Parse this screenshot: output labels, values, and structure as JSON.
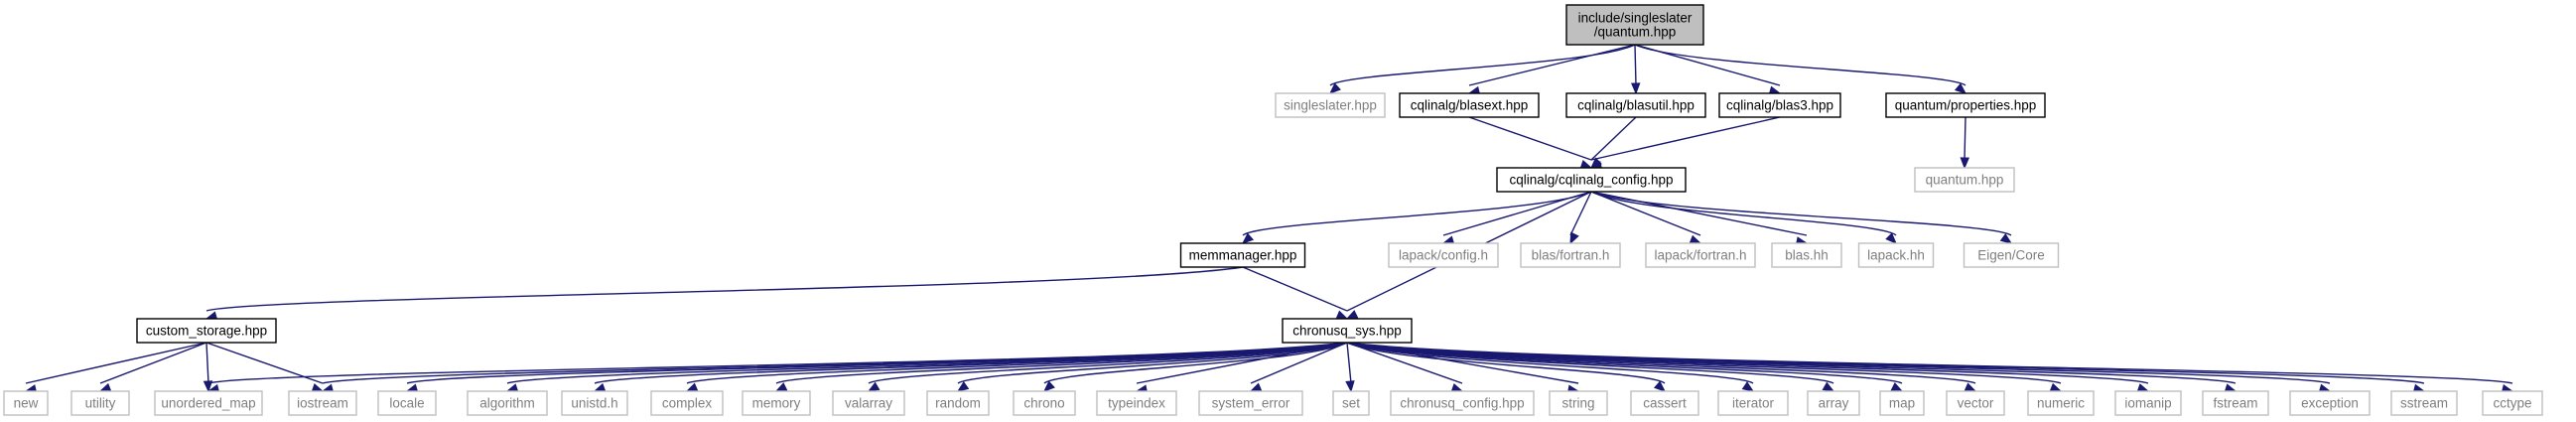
{
  "colors": {
    "edge": "#191970",
    "root_fill": "#bfbfbf",
    "root_border": "#000000",
    "documented_border": "#000000",
    "external_border": "#bfbfbf",
    "external_text": "#7f7f7f",
    "text": "#000000"
  },
  "graph": {
    "root": "n_root",
    "nodes": [
      {
        "id": "n_root",
        "label": [
          "include/singleslater",
          "/quantum.hpp"
        ],
        "kind": "root"
      },
      {
        "id": "n_ss",
        "label": [
          "singleslater.hpp"
        ],
        "kind": "external"
      },
      {
        "id": "n_blasext",
        "label": [
          "cqlinalg/blasext.hpp"
        ],
        "kind": "documented"
      },
      {
        "id": "n_blasutil",
        "label": [
          "cqlinalg/blasutil.hpp"
        ],
        "kind": "documented"
      },
      {
        "id": "n_blas3",
        "label": [
          "cqlinalg/blas3.hpp"
        ],
        "kind": "documented"
      },
      {
        "id": "n_qprop",
        "label": [
          "quantum/properties.hpp"
        ],
        "kind": "documented"
      },
      {
        "id": "n_cqcfg",
        "label": [
          "cqlinalg/cqlinalg_config.hpp"
        ],
        "kind": "documented"
      },
      {
        "id": "n_quantum",
        "label": [
          "quantum.hpp"
        ],
        "kind": "external"
      },
      {
        "id": "n_memmgr",
        "label": [
          "memmanager.hpp"
        ],
        "kind": "documented"
      },
      {
        "id": "n_lapcfg",
        "label": [
          "lapack/config.h"
        ],
        "kind": "external"
      },
      {
        "id": "n_blasf",
        "label": [
          "blas/fortran.h"
        ],
        "kind": "external"
      },
      {
        "id": "n_lapf",
        "label": [
          "lapack/fortran.h"
        ],
        "kind": "external"
      },
      {
        "id": "n_blashh",
        "label": [
          "blas.hh"
        ],
        "kind": "external"
      },
      {
        "id": "n_laphh",
        "label": [
          "lapack.hh"
        ],
        "kind": "external"
      },
      {
        "id": "n_eigen",
        "label": [
          "Eigen/Core"
        ],
        "kind": "external"
      },
      {
        "id": "n_custom",
        "label": [
          "custom_storage.hpp"
        ],
        "kind": "documented"
      },
      {
        "id": "n_sys",
        "label": [
          "chronusq_sys.hpp"
        ],
        "kind": "documented"
      },
      {
        "id": "n_new",
        "label": [
          "new"
        ],
        "kind": "external"
      },
      {
        "id": "n_utility",
        "label": [
          "utility"
        ],
        "kind": "external"
      },
      {
        "id": "n_umap",
        "label": [
          "unordered_map"
        ],
        "kind": "external"
      },
      {
        "id": "n_iostream",
        "label": [
          "iostream"
        ],
        "kind": "external"
      },
      {
        "id": "n_locale",
        "label": [
          "locale"
        ],
        "kind": "external"
      },
      {
        "id": "n_algorithm",
        "label": [
          "algorithm"
        ],
        "kind": "external"
      },
      {
        "id": "n_unistd",
        "label": [
          "unistd.h"
        ],
        "kind": "external"
      },
      {
        "id": "n_complex",
        "label": [
          "complex"
        ],
        "kind": "external"
      },
      {
        "id": "n_memory",
        "label": [
          "memory"
        ],
        "kind": "external"
      },
      {
        "id": "n_valarray",
        "label": [
          "valarray"
        ],
        "kind": "external"
      },
      {
        "id": "n_random",
        "label": [
          "random"
        ],
        "kind": "external"
      },
      {
        "id": "n_chrono",
        "label": [
          "chrono"
        ],
        "kind": "external"
      },
      {
        "id": "n_typeindex",
        "label": [
          "typeindex"
        ],
        "kind": "external"
      },
      {
        "id": "n_syserr",
        "label": [
          "system_error"
        ],
        "kind": "external"
      },
      {
        "id": "n_set",
        "label": [
          "set"
        ],
        "kind": "external"
      },
      {
        "id": "n_cqconfig",
        "label": [
          "chronusq_config.hpp"
        ],
        "kind": "external"
      },
      {
        "id": "n_string",
        "label": [
          "string"
        ],
        "kind": "external"
      },
      {
        "id": "n_cassert",
        "label": [
          "cassert"
        ],
        "kind": "external"
      },
      {
        "id": "n_iterator",
        "label": [
          "iterator"
        ],
        "kind": "external"
      },
      {
        "id": "n_array",
        "label": [
          "array"
        ],
        "kind": "external"
      },
      {
        "id": "n_map",
        "label": [
          "map"
        ],
        "kind": "external"
      },
      {
        "id": "n_vector",
        "label": [
          "vector"
        ],
        "kind": "external"
      },
      {
        "id": "n_numeric",
        "label": [
          "numeric"
        ],
        "kind": "external"
      },
      {
        "id": "n_iomanip",
        "label": [
          "iomanip"
        ],
        "kind": "external"
      },
      {
        "id": "n_fstream",
        "label": [
          "fstream"
        ],
        "kind": "external"
      },
      {
        "id": "n_exception",
        "label": [
          "exception"
        ],
        "kind": "external"
      },
      {
        "id": "n_sstream",
        "label": [
          "sstream"
        ],
        "kind": "external"
      },
      {
        "id": "n_cctype",
        "label": [
          "cctype"
        ],
        "kind": "external"
      }
    ],
    "edges": [
      [
        "n_root",
        "n_ss"
      ],
      [
        "n_root",
        "n_blasext"
      ],
      [
        "n_root",
        "n_blasutil"
      ],
      [
        "n_root",
        "n_blas3"
      ],
      [
        "n_root",
        "n_qprop"
      ],
      [
        "n_blasext",
        "n_cqcfg"
      ],
      [
        "n_blasutil",
        "n_cqcfg"
      ],
      [
        "n_blas3",
        "n_cqcfg"
      ],
      [
        "n_qprop",
        "n_quantum"
      ],
      [
        "n_cqcfg",
        "n_memmgr"
      ],
      [
        "n_cqcfg",
        "n_sys"
      ],
      [
        "n_cqcfg",
        "n_lapcfg"
      ],
      [
        "n_cqcfg",
        "n_blasf"
      ],
      [
        "n_cqcfg",
        "n_lapf"
      ],
      [
        "n_cqcfg",
        "n_blashh"
      ],
      [
        "n_cqcfg",
        "n_laphh"
      ],
      [
        "n_cqcfg",
        "n_eigen"
      ],
      [
        "n_memmgr",
        "n_custom"
      ],
      [
        "n_memmgr",
        "n_sys"
      ],
      [
        "n_custom",
        "n_new"
      ],
      [
        "n_custom",
        "n_utility"
      ],
      [
        "n_custom",
        "n_umap"
      ],
      [
        "n_custom",
        "n_iostream"
      ],
      [
        "n_sys",
        "n_umap"
      ],
      [
        "n_sys",
        "n_iostream"
      ],
      [
        "n_sys",
        "n_locale"
      ],
      [
        "n_sys",
        "n_algorithm"
      ],
      [
        "n_sys",
        "n_unistd"
      ],
      [
        "n_sys",
        "n_complex"
      ],
      [
        "n_sys",
        "n_memory"
      ],
      [
        "n_sys",
        "n_valarray"
      ],
      [
        "n_sys",
        "n_random"
      ],
      [
        "n_sys",
        "n_chrono"
      ],
      [
        "n_sys",
        "n_typeindex"
      ],
      [
        "n_sys",
        "n_syserr"
      ],
      [
        "n_sys",
        "n_set"
      ],
      [
        "n_sys",
        "n_cqconfig"
      ],
      [
        "n_sys",
        "n_string"
      ],
      [
        "n_sys",
        "n_cassert"
      ],
      [
        "n_sys",
        "n_iterator"
      ],
      [
        "n_sys",
        "n_array"
      ],
      [
        "n_sys",
        "n_map"
      ],
      [
        "n_sys",
        "n_vector"
      ],
      [
        "n_sys",
        "n_numeric"
      ],
      [
        "n_sys",
        "n_iomanip"
      ],
      [
        "n_sys",
        "n_fstream"
      ],
      [
        "n_sys",
        "n_exception"
      ],
      [
        "n_sys",
        "n_sstream"
      ],
      [
        "n_sys",
        "n_cctype"
      ]
    ]
  }
}
